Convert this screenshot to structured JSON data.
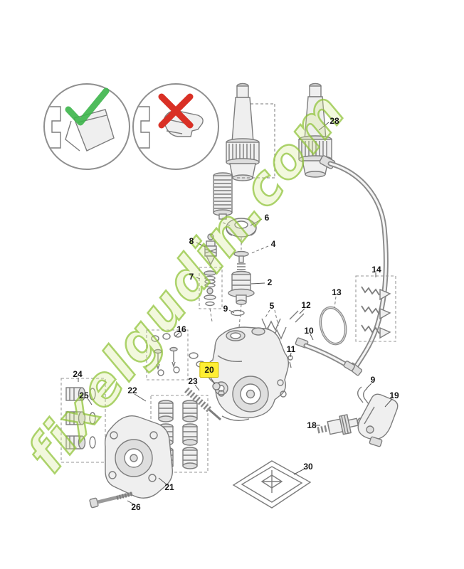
{
  "diagram": {
    "kind": "exploded-parts-diagram",
    "watermark": "fixelgudin.com"
  },
  "comparison": {
    "correct_icon": "green-checkmark",
    "incorrect_icon": "red-x",
    "check_color": "#3cb54a",
    "x_color": "#d93025"
  },
  "highlight_color": "#ffee33",
  "callouts": [
    {
      "label": "28"
    },
    {
      "label": "6"
    },
    {
      "label": "8"
    },
    {
      "label": "4"
    },
    {
      "label": "2"
    },
    {
      "label": "7"
    },
    {
      "label": "9"
    },
    {
      "label": "5"
    },
    {
      "label": "12"
    },
    {
      "label": "13"
    },
    {
      "label": "14"
    },
    {
      "label": "10"
    },
    {
      "label": "11"
    },
    {
      "label": "16"
    },
    {
      "label": "20"
    },
    {
      "label": "23"
    },
    {
      "label": "24"
    },
    {
      "label": "25"
    },
    {
      "label": "22"
    },
    {
      "label": "21"
    },
    {
      "label": "26"
    },
    {
      "label": "18"
    },
    {
      "label": "19"
    },
    {
      "label": "9"
    },
    {
      "label": "30"
    }
  ]
}
